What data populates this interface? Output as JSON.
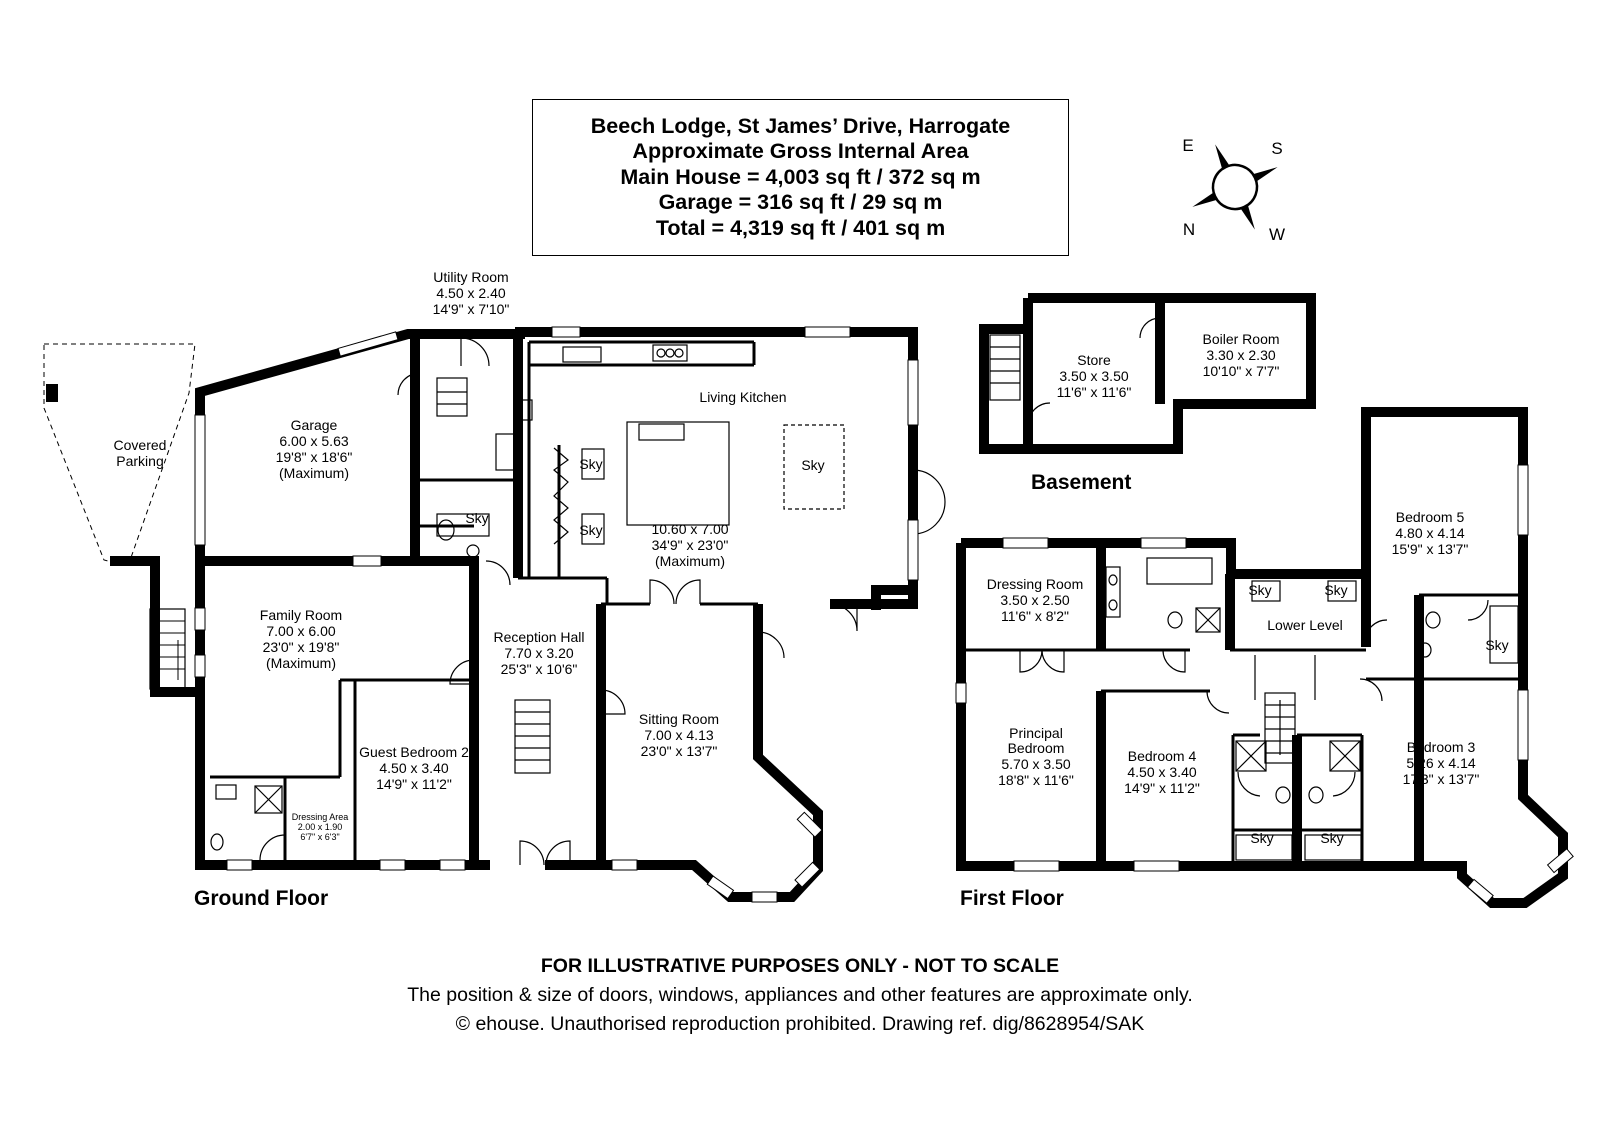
{
  "header": {
    "property": "Beech Lodge, St James’ Drive, Harrogate",
    "area_heading": "Approximate Gross Internal Area",
    "main_house": "Main House = 4,003 sq ft / 372 sq m",
    "garage": "Garage = 316 sq ft / 29 sq m",
    "total": "Total = 4,319 sq ft / 401 sq m"
  },
  "compass": {
    "e": "E",
    "s": "S",
    "n": "N",
    "w": "W"
  },
  "levels": {
    "basement": "Basement",
    "ground": "Ground Floor",
    "first": "First Floor"
  },
  "rooms": {
    "covered_parking": {
      "l1": "Covered",
      "l2": "Parking"
    },
    "garage": {
      "name": "Garage",
      "metric": "6.00 x 5.63",
      "imperial": "19'8\" x 18'6\"",
      "note": "(Maximum)"
    },
    "utility": {
      "name": "Utility Room",
      "metric": "4.50 x 2.40",
      "imperial": "14'9\" x 7'10\""
    },
    "living_kitchen": {
      "name": "Living Kitchen",
      "metric": "10.60 x 7.00",
      "imperial": "34'9\" x 23'0\"",
      "note": "(Maximum)"
    },
    "family_room": {
      "name": "Family Room",
      "metric": "7.00 x 6.00",
      "imperial": "23'0\" x 19'8\"",
      "note": "(Maximum)"
    },
    "reception_hall": {
      "name": "Reception Hall",
      "metric": "7.70 x 3.20",
      "imperial": "25'3\" x 10'6\""
    },
    "sitting_room": {
      "name": "Sitting Room",
      "metric": "7.00 x 4.13",
      "imperial": "23'0\" x 13'7\""
    },
    "guest_bedroom": {
      "name": "Guest Bedroom 2",
      "metric": "4.50 x 3.40",
      "imperial": "14'9\" x 11'2\""
    },
    "dressing_area": {
      "name": "Dressing Area",
      "metric": "2.00 x 1.90",
      "imperial": "6'7\" x 6'3\""
    },
    "store": {
      "name": "Store",
      "metric": "3.50 x 3.50",
      "imperial": "11'6\" x 11'6\""
    },
    "boiler_room": {
      "name": "Boiler Room",
      "metric": "3.30 x 2.30",
      "imperial": "10'10\" x 7'7\""
    },
    "dressing_room": {
      "name": "Dressing Room",
      "metric": "3.50 x 2.50",
      "imperial": "11'6\" x 8'2\""
    },
    "principal_bedroom": {
      "l1": "Principal",
      "l2": "Bedroom",
      "metric": "5.70 x 3.50",
      "imperial": "18'8\" x 11'6\""
    },
    "bedroom4": {
      "name": "Bedroom 4",
      "metric": "4.50 x 3.40",
      "imperial": "14'9\" x 11'2\""
    },
    "bedroom5": {
      "name": "Bedroom 5",
      "metric": "4.80 x 4.14",
      "imperial": "15'9\" x 13'7\""
    },
    "bedroom3": {
      "name": "Bedroom 3",
      "metric": "5.26 x 4.14",
      "imperial": "17'3\" x 13'7\""
    },
    "lower_level": {
      "name": "Lower Level"
    }
  },
  "sky_label": "Sky",
  "footer": {
    "disclaimer": "FOR ILLUSTRATIVE PURPOSES ONLY - NOT TO SCALE",
    "note": "The position & size of doors, windows, appliances and other features are approximate only.",
    "copyright": "© ehouse. Unauthorised reproduction prohibited. Drawing ref. dig/8628954/SAK"
  }
}
